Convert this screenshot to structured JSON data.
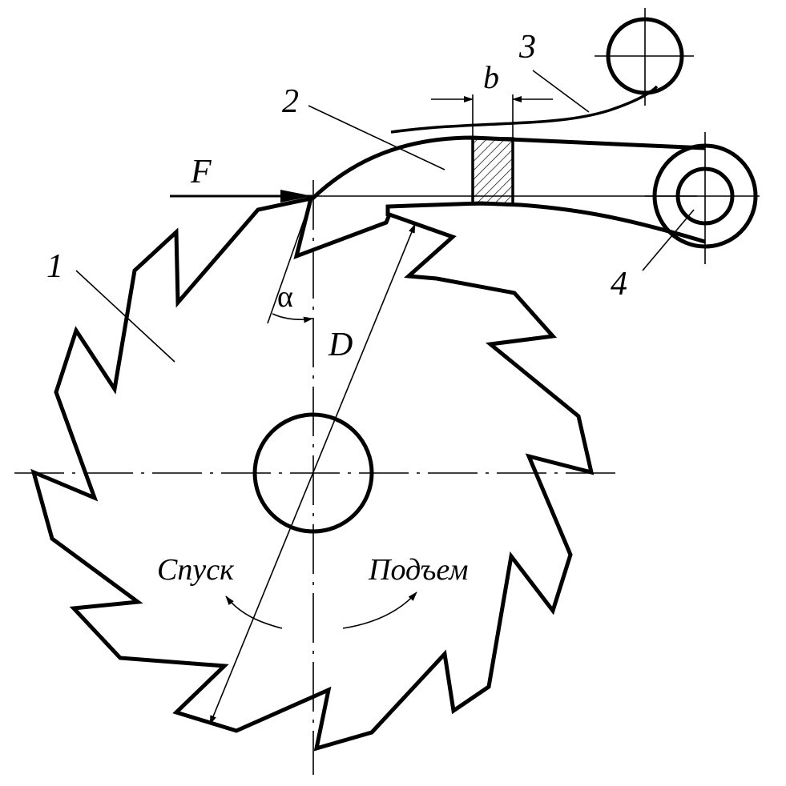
{
  "labels": {
    "ratchet": "1",
    "pawl": "2",
    "spring": "3",
    "axle": "4",
    "force": "F",
    "width": "b",
    "diameter": "D",
    "angle": "α",
    "release": "Спуск",
    "lift": "Подъем"
  }
}
